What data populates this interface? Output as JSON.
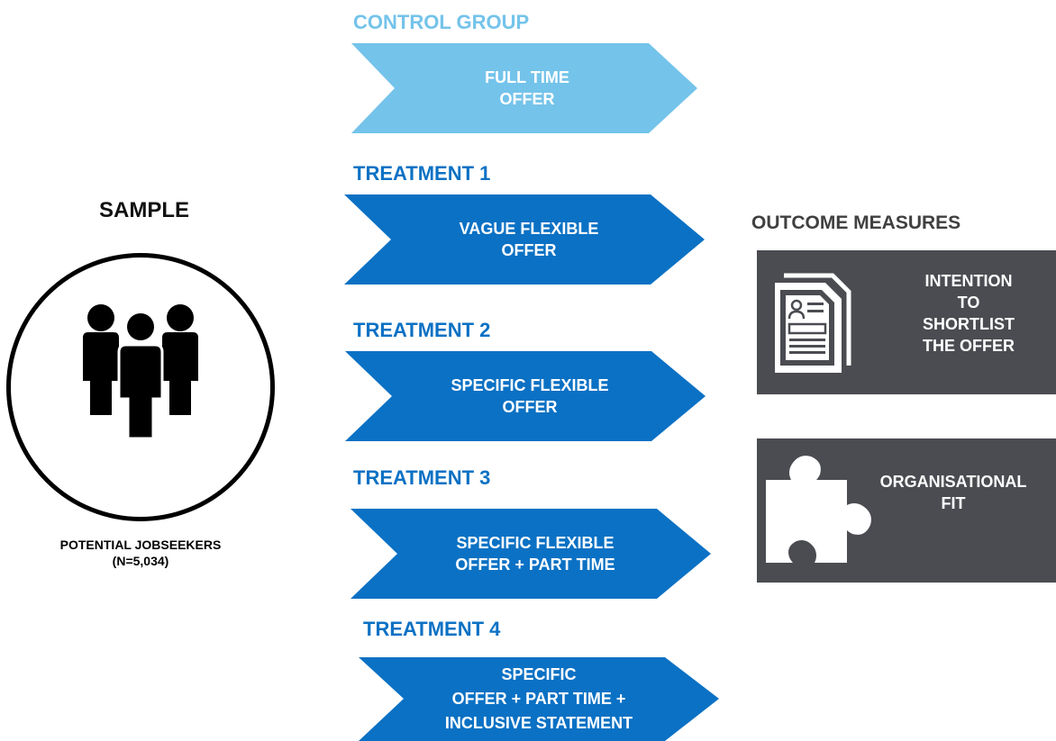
{
  "sample": {
    "title": "SAMPLE",
    "label_line1": "POTENTIAL JOBSEEKERS",
    "label_line2": "(N=5,034)",
    "icon": "people-group-icon"
  },
  "groups": [
    {
      "heading": "CONTROL GROUP",
      "lines": [
        "FULL TIME",
        "OFFER"
      ],
      "color": "#74c3ea"
    },
    {
      "heading": "TREATMENT 1",
      "lines": [
        "VAGUE FLEXIBLE",
        "OFFER"
      ],
      "color": "#0b71c4"
    },
    {
      "heading": "TREATMENT 2",
      "lines": [
        "SPECIFIC FLEXIBLE",
        "OFFER"
      ],
      "color": "#0b71c4"
    },
    {
      "heading": "TREATMENT 3",
      "lines": [
        "SPECIFIC FLEXIBLE",
        "OFFER + PART TIME"
      ],
      "color": "#0b71c4"
    },
    {
      "heading": "TREATMENT 4",
      "lines": [
        "SPECIFIC",
        "OFFER + PART TIME +",
        "INCLUSIVE STATEMENT"
      ],
      "color": "#0b71c4"
    }
  ],
  "heading_colors": {
    "control": "#74c3ea",
    "treatment": "#0b71c4"
  },
  "outcomes": {
    "title": "OUTCOME MEASURES",
    "items": [
      {
        "lines": [
          "INTENTION",
          "TO",
          "SHORTLIST",
          "THE OFFER"
        ],
        "icon": "document-icon"
      },
      {
        "lines": [
          "ORGANISATIONAL",
          "FIT"
        ],
        "icon": "puzzle-piece-icon"
      }
    ],
    "box_color": "#4a4c51"
  }
}
